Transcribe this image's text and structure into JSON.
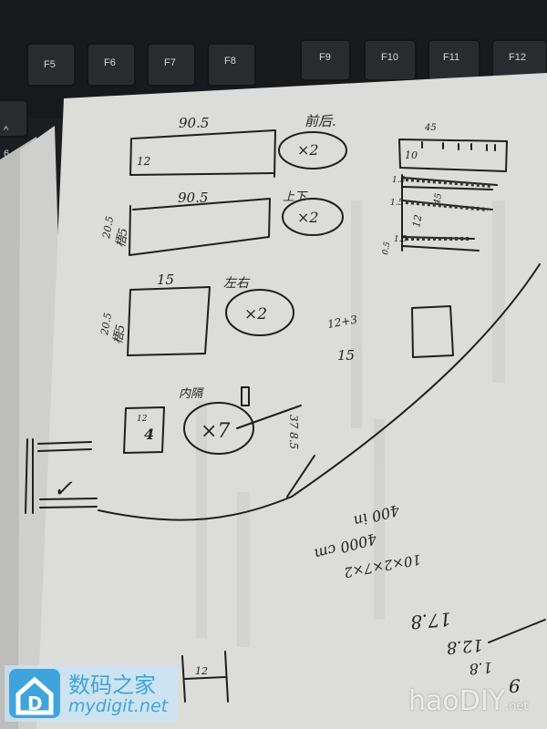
{
  "keyboard": {
    "keys": [
      "F5",
      "F6",
      "F7",
      "F8",
      "F9",
      "F10",
      "F11",
      "F12"
    ],
    "partial_keys": [
      "^",
      "6"
    ]
  },
  "notes": {
    "front_back": {
      "label": "前后.",
      "width": "90.5",
      "height": "12",
      "count": "×2"
    },
    "top_bottom": {
      "label": "上下",
      "width": "90.5",
      "height_a": "20.5",
      "height_b": "梧5",
      "count": "×2"
    },
    "left_right": {
      "label": "左右",
      "width": "15",
      "height_a": "20.5",
      "height_b": "梧5",
      "count": "×2"
    },
    "divider": {
      "label": "内隔",
      "size": "12",
      "inner": "4",
      "count": "×7"
    },
    "side_note": "12+3",
    "side_note_2": "15",
    "vertical_note": "37 8.5",
    "shelf": {
      "top": "45",
      "depth": "10",
      "l1": "1.5",
      "l2": "1.5",
      "l3": "12",
      "l4": "1.5",
      "l5": "0.5",
      "mid": "45"
    },
    "upside_down_1": "400 in",
    "upside_down_2": "4000 cm",
    "upside_down_3": "10×2×7×2",
    "calc_1": "17.8",
    "calc_2": "12.8",
    "calc_3": "1.8",
    "calc_4": "6",
    "bottom_label": "12",
    "check": "✓"
  },
  "watermarks": {
    "left_cn": "数码之家",
    "left_en": "mydigit.net",
    "right": "haoDIY",
    "right_suffix": ".net"
  }
}
